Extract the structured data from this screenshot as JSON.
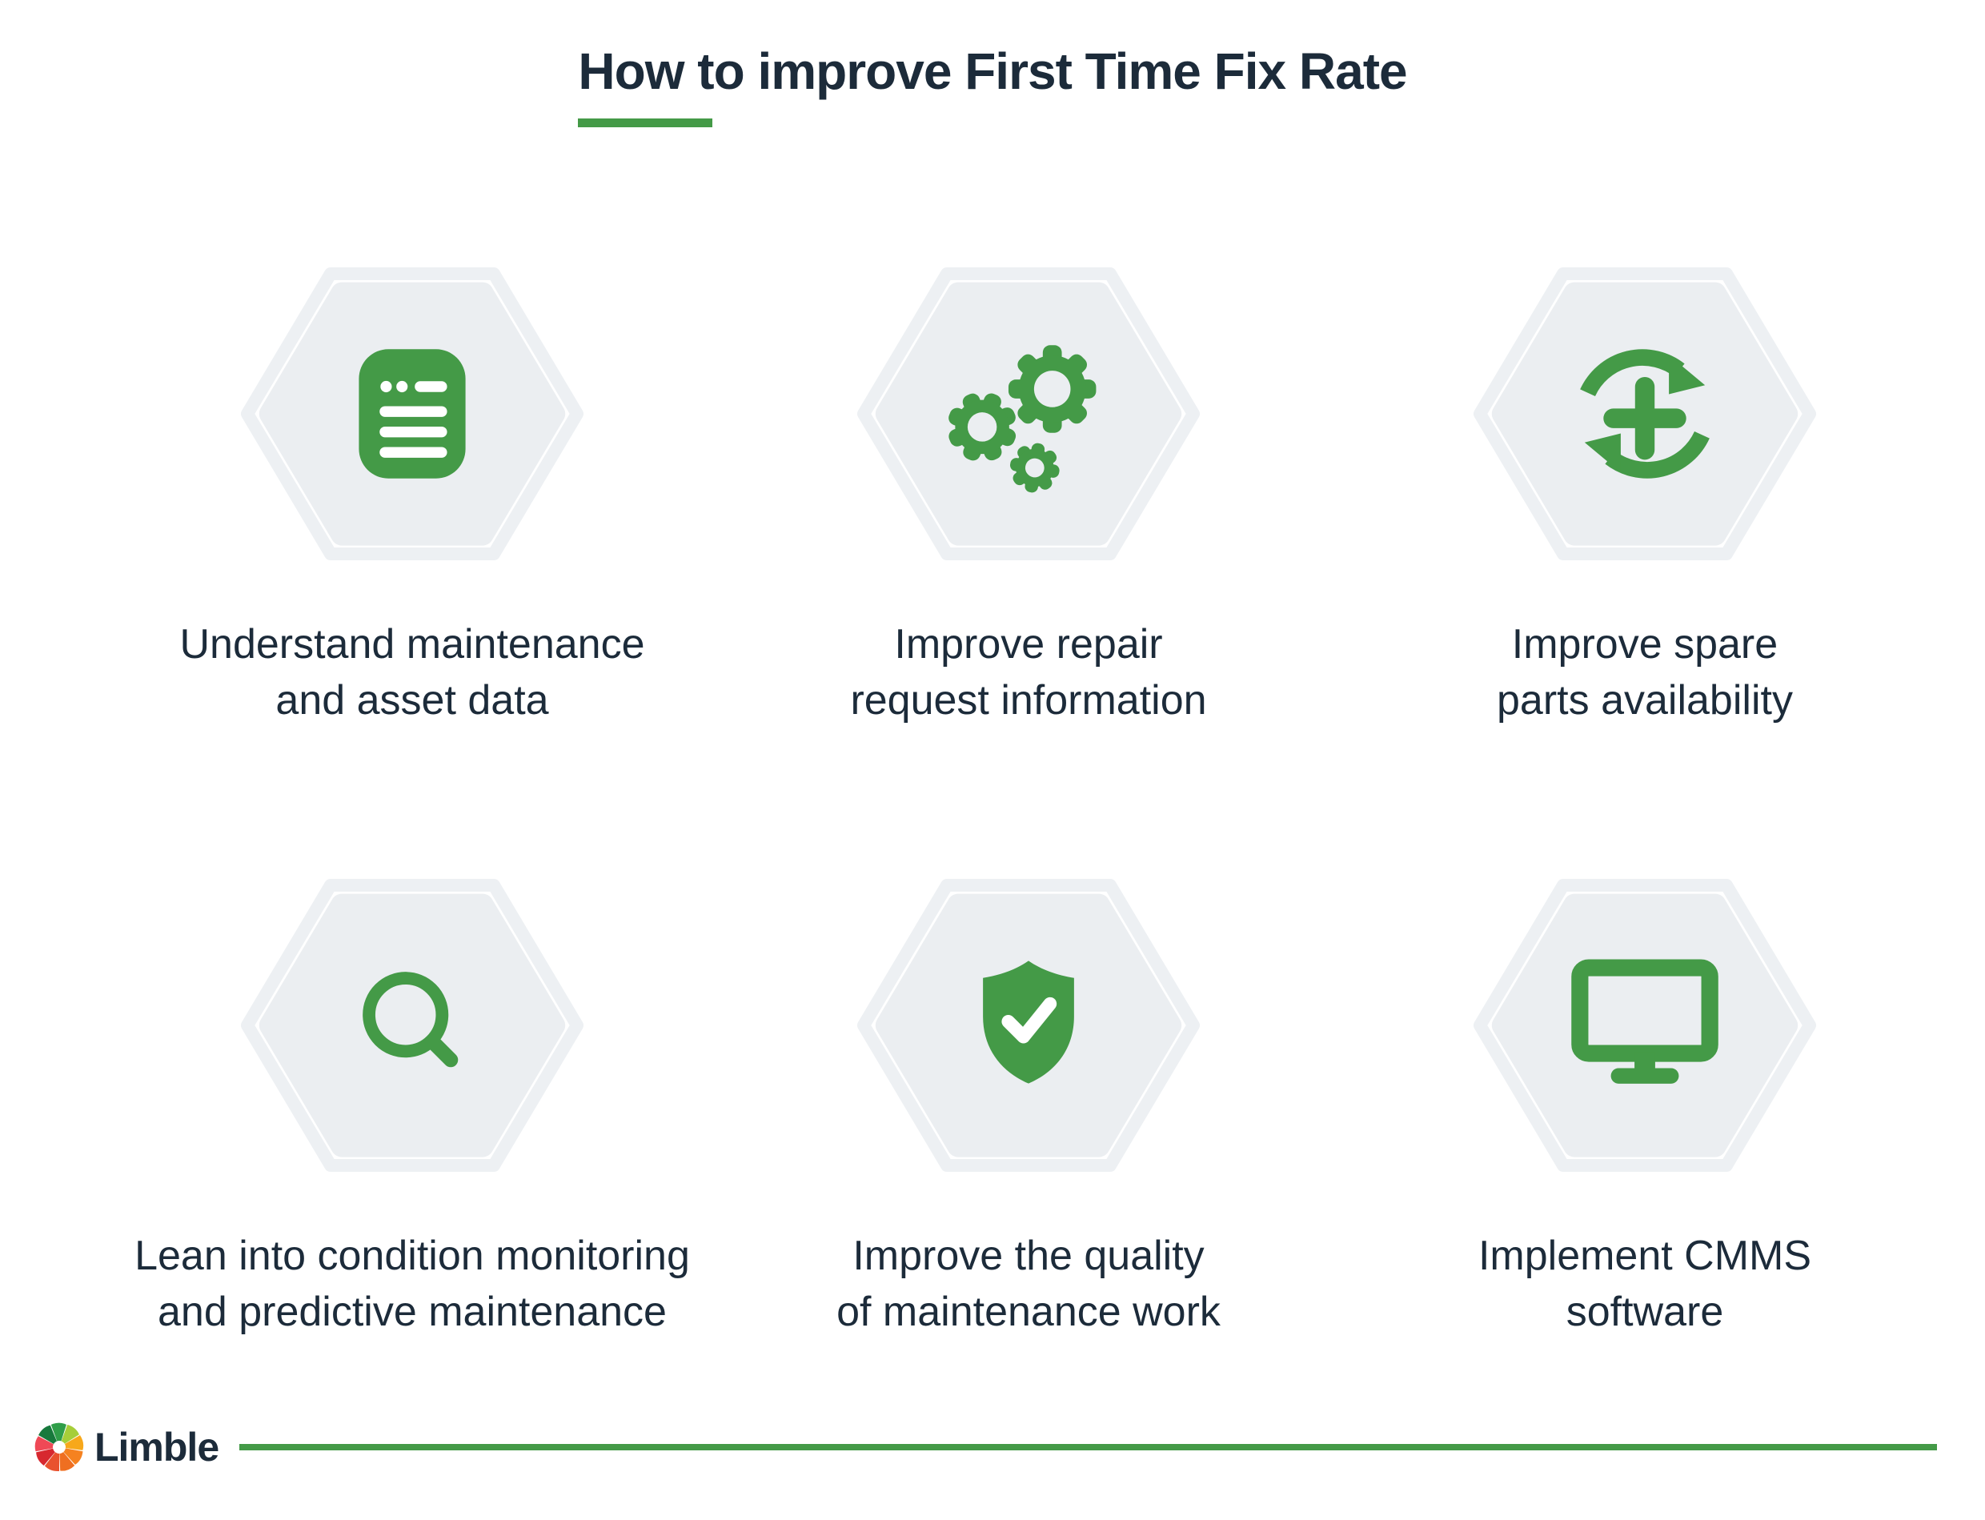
{
  "header": {
    "title": "How to improve First Time Fix Rate"
  },
  "cards": [
    {
      "icon": "document-icon",
      "line1": "Understand maintenance",
      "line2": "and asset data"
    },
    {
      "icon": "gears-icon",
      "line1": "Improve repair",
      "line2": "request information"
    },
    {
      "icon": "sync-plus-icon",
      "line1": "Improve spare",
      "line2": "parts availability"
    },
    {
      "icon": "search-icon",
      "line1": "Lean into condition monitoring",
      "line2": "and predictive maintenance"
    },
    {
      "icon": "shield-check-icon",
      "line1": "Improve the quality",
      "line2": "of maintenance work"
    },
    {
      "icon": "monitor-icon",
      "line1": "Implement CMMS",
      "line2": "software"
    }
  ],
  "footer": {
    "brand": "Limble"
  },
  "colors": {
    "accent_green": "#449a47",
    "text_navy": "#1c2b3a",
    "hex_fill": "#ebeef1",
    "hex_ring": "#edf0f3",
    "logo_palette": [
      "#2f9e49",
      "#a6ce39",
      "#f7a81b",
      "#f58220",
      "#ef6f21",
      "#e9522e",
      "#d7282f",
      "#ef4956",
      "#17793c"
    ]
  }
}
